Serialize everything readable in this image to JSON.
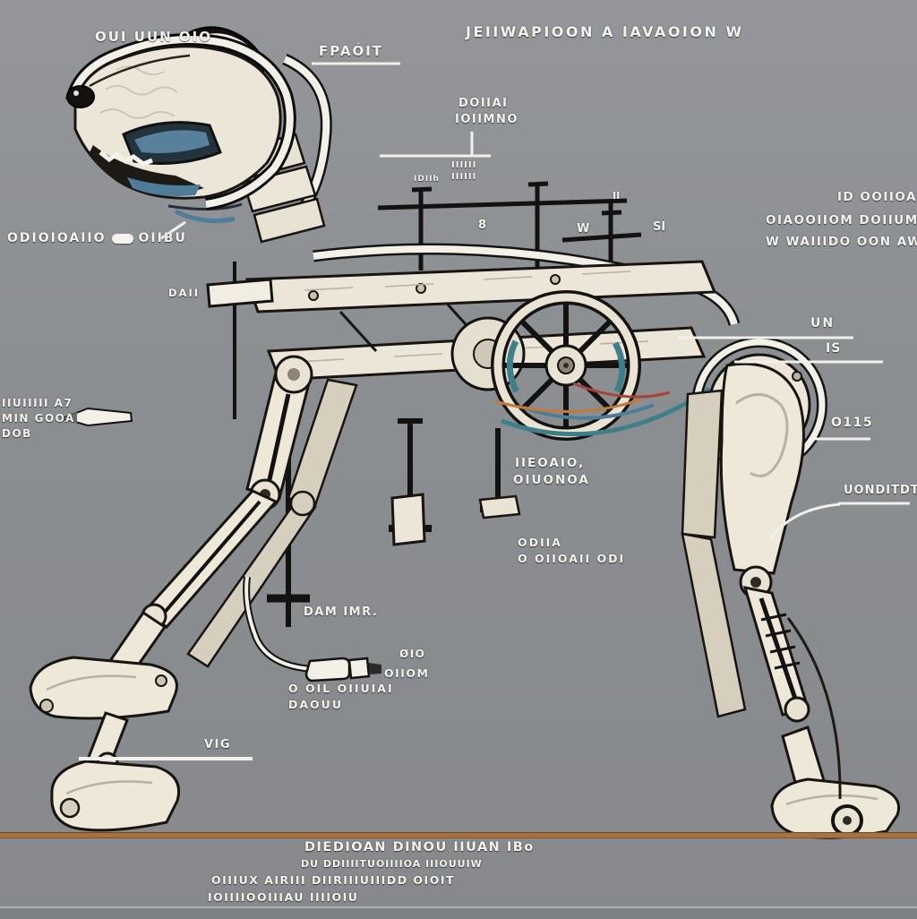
{
  "scene": {
    "background_color": "#8b8e91",
    "accent_rule_color": "#a8713e",
    "ink_color": "#171411",
    "body_color": "#ece6d8",
    "highlight_color": "#f3f0e8",
    "goggle_color": "#5d8aa4",
    "wire_teal": "#3f7f8a",
    "wire_orange": "#c07a3a",
    "illustration_subject": "robotic-dog-cutaway-diagram"
  },
  "title": {
    "text": "JEIIWAPIOON A IAVAOION W"
  },
  "labels": {
    "top_left": "OUI UUN OIO",
    "head_top": "FPAÓIT",
    "spine_top_line1": "DOIIAI",
    "spine_top_line2": "IOIIMNO",
    "tick_row_1": "IIIIII",
    "tick_row_2": "IIIIII",
    "tick_side": "IDIIh",
    "frame_mark_1": "8",
    "frame_mark_2": "W",
    "frame_mark_3": "SI",
    "frame_mark_4": "II",
    "right_block_line1": "ID OOIIOAUIII",
    "right_block_line2": "OIAOOIIOM DOIIUM O L",
    "right_block_line3": "W WAIIIDO OON AW R",
    "neck_callout_word": "ODIOIOAIIO",
    "neck_callout_tail": "OIIBU",
    "chest_label": "DAII",
    "left_block_line1": "IIUIIIII A7",
    "left_block_line2": "MIN GOOA",
    "left_block_line3": "DOB",
    "back_label_upper": "UN",
    "back_label_lower": "IS",
    "hip_label": "O115",
    "tail_label": "UONDITDT",
    "gear_line1": "IIEOAIO,",
    "gear_line2": "OIUONOA",
    "belly_line1": "ODIIA",
    "belly_line2": "O OIIOAII ODI",
    "knee_label": "DAM IMR.",
    "cable_line1": "ØIO",
    "cable_line2": "OIIOM",
    "plug_line1": "O OIL OIIUIAI",
    "plug_line2": "DAOUU",
    "foot_label": "VIG"
  },
  "footer": {
    "line1": "DIEDIOAN DINOU IIUAN IBo",
    "line2": "DU DDIIIITUOIIIIOA IIIOUUIW",
    "line3": "OIIIUX AIRIII DIIRIIIUIIIDD OIOIT",
    "line4": "IOIIIIOOIIIAU IIIIOIU"
  }
}
